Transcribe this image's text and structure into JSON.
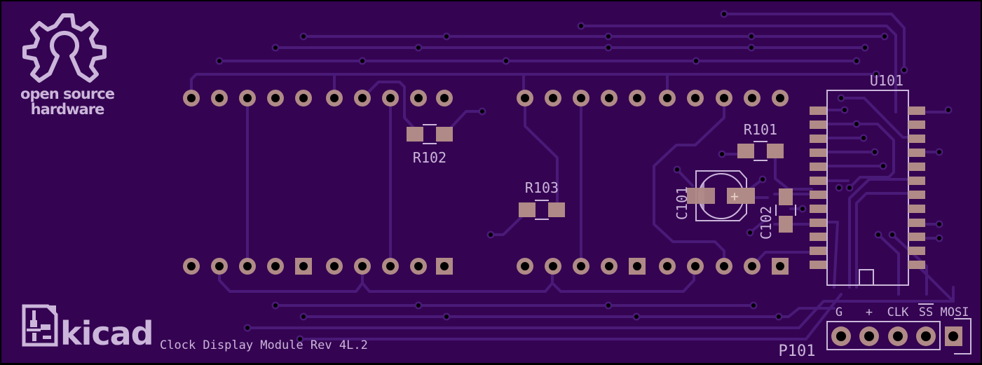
{
  "board": {
    "title": "Clock Display Module Rev 4L.2",
    "colors": {
      "board": "#340352",
      "edge": "#000000",
      "trace": "#4a1a78",
      "pad": "#b08a86",
      "silkscreen": "#cbb6da"
    }
  },
  "logos": {
    "oshw_line1": "open source",
    "oshw_line2": "hardware",
    "kicad": "kicad"
  },
  "components": {
    "u101": {
      "ref": "U101"
    },
    "r101": {
      "ref": "R101"
    },
    "r102": {
      "ref": "R102"
    },
    "r103": {
      "ref": "R103"
    },
    "c101": {
      "ref": "C101",
      "polarity": "+"
    },
    "c102": {
      "ref": "C102"
    },
    "p101": {
      "ref": "P101",
      "pins": [
        "G",
        "+",
        "CLK",
        "SS",
        "MOSI"
      ],
      "ss_overbar": true
    }
  },
  "displays": {
    "pins_per_row": 10,
    "count": 2
  }
}
